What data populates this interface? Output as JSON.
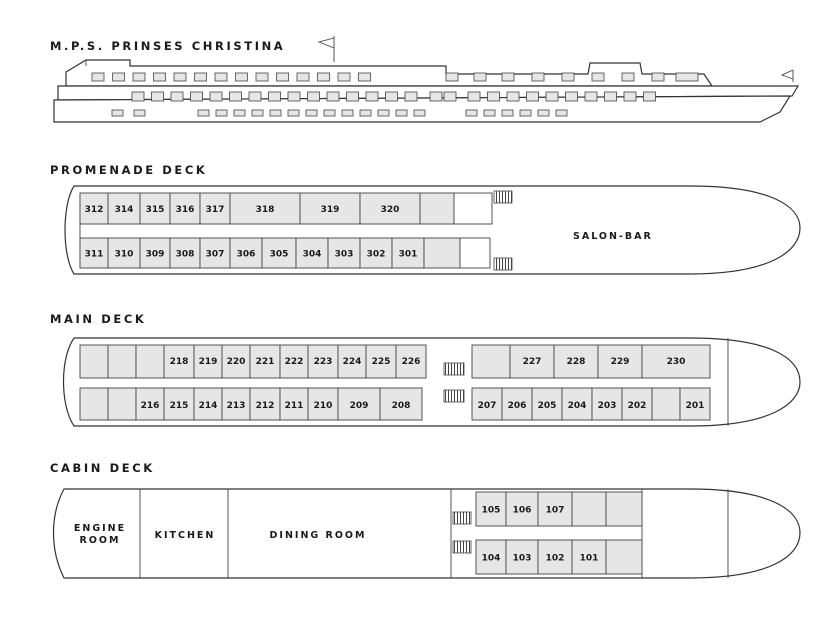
{
  "title": "M.P.S. PRINSES CHRISTINA",
  "colors": {
    "cabin_fill": "#e6e6e6",
    "outline": "#333333",
    "background": "#ffffff"
  },
  "decks": [
    {
      "name": "PROMENADE DECK",
      "top_row": [
        "312",
        "314",
        "315",
        "316",
        "317",
        "318",
        "319",
        "320",
        ""
      ],
      "bottom_row": [
        "311",
        "310",
        "309",
        "308",
        "307",
        "306",
        "305",
        "304",
        "303",
        "302",
        "301",
        ""
      ],
      "rooms": [
        "SALON-BAR"
      ]
    },
    {
      "name": "MAIN DECK",
      "top_row": [
        "",
        "",
        "",
        "218",
        "219",
        "220",
        "221",
        "222",
        "223",
        "224",
        "225",
        "226",
        "",
        "227",
        "228",
        "229",
        "230"
      ],
      "bottom_row": [
        "",
        "",
        "216",
        "215",
        "214",
        "213",
        "212",
        "211",
        "210",
        "209",
        "208",
        "207",
        "206",
        "205",
        "204",
        "203",
        "202",
        "",
        "201"
      ]
    },
    {
      "name": "CABIN DECK",
      "rooms": [
        "ENGINE ROOM",
        "KITCHEN",
        "DINING ROOM"
      ],
      "top_row": [
        "105",
        "106",
        "107",
        "",
        ""
      ],
      "bottom_row": [
        "104",
        "103",
        "102",
        "101",
        ""
      ]
    }
  ]
}
